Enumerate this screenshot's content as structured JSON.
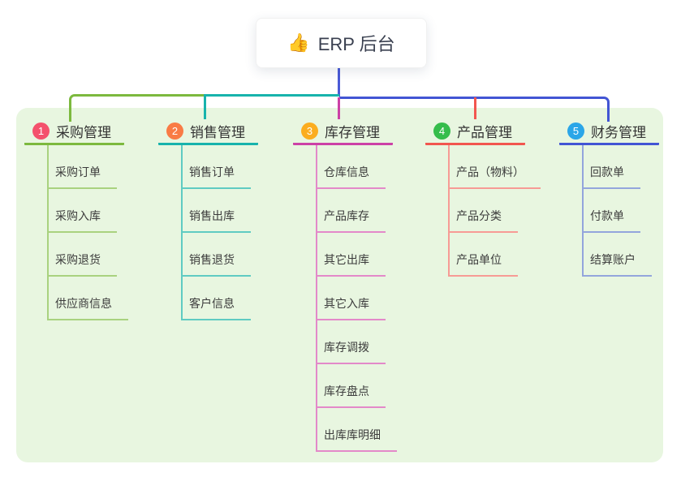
{
  "root": {
    "emoji": "👍",
    "label": "ERP 后台"
  },
  "canvas": {
    "bg": "#FFFFFF",
    "panel_bg": "#E8F6E0"
  },
  "connector": {
    "root_line": "#4A5AD6",
    "branch1_line": "#7CB93E",
    "branch2_line": "#17B3AC",
    "branch3_drop": "#CC41A6",
    "branch4_drop": "#F2564F",
    "branch5_line": "#4255D4"
  },
  "branches": [
    {
      "number": "1",
      "title": "采购管理",
      "color": "#7CB93E",
      "light": "#A9D27F",
      "badge": "#F4516C",
      "children": [
        "采购订单",
        "采购入库",
        "采购退货",
        "供应商信息"
      ]
    },
    {
      "number": "2",
      "title": "销售管理",
      "color": "#17B3AC",
      "light": "#5FCBC2",
      "badge": "#F97B45",
      "children": [
        "销售订单",
        "销售出库",
        "销售退货",
        "客户信息"
      ]
    },
    {
      "number": "3",
      "title": "库存管理",
      "color": "#CC41A6",
      "light": "#E389C9",
      "badge": "#FBAD1F",
      "children": [
        "仓库信息",
        "产品库存",
        "其它出库",
        "其它入库",
        "库存调拨",
        "库存盘点",
        "出库库明细"
      ]
    },
    {
      "number": "4",
      "title": "产品管理",
      "color": "#F2564F",
      "light": "#F79B95",
      "badge": "#35BD4B",
      "children": [
        "产品（物料）",
        "产品分类",
        "产品单位"
      ]
    },
    {
      "number": "5",
      "title": "财务管理",
      "color": "#4255D4",
      "light": "#93A5DC",
      "badge": "#2BA6E8",
      "children": [
        "回款单",
        "付款单",
        "结算账户"
      ]
    }
  ]
}
